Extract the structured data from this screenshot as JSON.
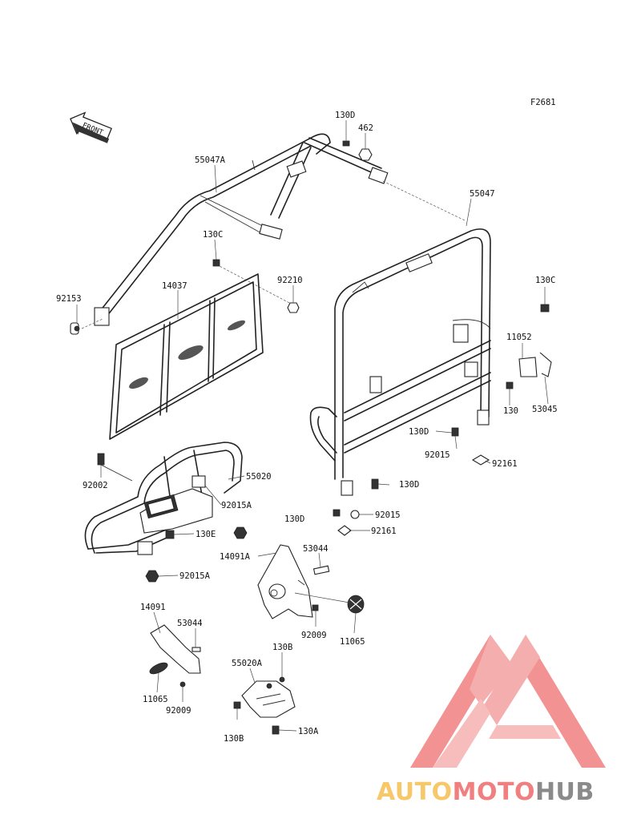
{
  "figure_code": "F2681",
  "front_label": "FRONT",
  "labels": {
    "l_130d_top": "130D",
    "l_462": "462",
    "l_55047a": "55047A",
    "l_55047": "55047",
    "l_130c_a": "130C",
    "l_92210": "92210",
    "l_14037": "14037",
    "l_92153": "92153",
    "l_130c_b": "130C",
    "l_11052": "11052",
    "l_130": "130",
    "l_53045": "53045",
    "l_130d_mid": "130D",
    "l_92015_a": "92015",
    "l_92161_a": "92161",
    "l_92002": "92002",
    "l_55020": "55020",
    "l_92015a_a": "92015A",
    "l_130d_r": "130D",
    "l_92015_b": "92015",
    "l_130d_l": "130D",
    "l_92161_b": "92161",
    "l_130e": "130E",
    "l_53044_a": "53044",
    "l_14091a": "14091A",
    "l_92015a_b": "92015A",
    "l_92009_a": "92009",
    "l_11065_a": "11065",
    "l_14091": "14091",
    "l_53044_b": "53044",
    "l_130b_a": "130B",
    "l_55020a": "55020A",
    "l_11065_b": "11065",
    "l_92009_b": "92009",
    "l_130b_b": "130B",
    "l_130a": "130A"
  },
  "watermark": {
    "text_part1": "AUTO",
    "text_part2": "MOTO",
    "text_part3": "HUB",
    "color_primary": "#f08080",
    "color_secondary": "#f7c86a",
    "color_tertiary": "#8a8a8a"
  }
}
